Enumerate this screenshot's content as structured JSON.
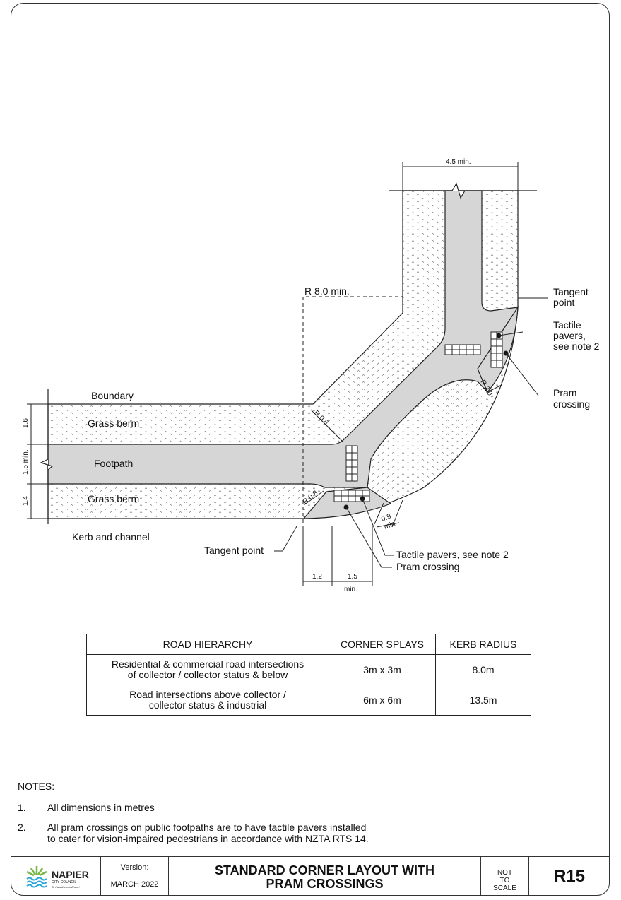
{
  "drawing": {
    "labels": {
      "boundary": "Boundary",
      "grass_berm_top": "Grass berm",
      "footpath": "Footpath",
      "grass_berm_bottom": "Grass berm",
      "kerb_and_channel": "Kerb and channel",
      "tangent_point_bottom": "Tangent point",
      "tangent_point_right_1": "Tangent",
      "tangent_point_right_2": "point",
      "tactile_right_1": "Tactile",
      "tactile_right_2": "pavers,",
      "tactile_right_3": "see note 2",
      "pram_right_1": "Pram",
      "pram_right_2": "crossing",
      "tactile_bottom": "Tactile pavers, see note 2",
      "pram_bottom": "Pram crossing",
      "radius_main": "R 8.0 min.",
      "radius_top": "R 0.8",
      "radius_bottom": "R 0.8",
      "radius_right": "R 2.0"
    },
    "dimensions": {
      "width_top": "4.5 min.",
      "berm_top": "1.6",
      "footpath_width": "1.5 min.",
      "berm_bottom": "1.4",
      "offset_a": "1.2",
      "offset_b": "1.5",
      "offset_min": "min.",
      "splay_0": "0.9",
      "splay_min": "min"
    }
  },
  "table": {
    "headers": [
      "ROAD HIERARCHY",
      "CORNER SPLAYS",
      "KERB RADIUS"
    ],
    "rows": [
      {
        "hierarchy_1": "Residential & commercial road intersections",
        "hierarchy_2": "of collector / collector status & below",
        "splays": "3m x 3m",
        "radius": "8.0m"
      },
      {
        "hierarchy_1": "Road intersections above collector /",
        "hierarchy_2": "collector status & industrial",
        "splays": "6m x 6m",
        "radius": "13.5m"
      }
    ]
  },
  "notes": {
    "heading": "NOTES:",
    "items": [
      {
        "num": "1.",
        "line1": "All dimensions in metres",
        "line2": ""
      },
      {
        "num": "2.",
        "line1": "All pram crossings on public footpaths are to have tactile pavers installed",
        "line2": "to cater for vision-impaired pedestrians in accordance with NZTA RTS 14."
      }
    ]
  },
  "title_block": {
    "logo_name": "NAPIER",
    "logo_sub": "CITY COUNCIL",
    "logo_tagline": "Te Kaunihera o Ahuriri",
    "version_label": "Version:",
    "version_value": "MARCH 2022",
    "title_line1": "STANDARD CORNER LAYOUT WITH",
    "title_line2": "PRAM CROSSINGS",
    "scale_1": "NOT",
    "scale_2": "TO",
    "scale_3": "SCALE",
    "drawing_number": "R15"
  },
  "colors": {
    "footpath": "#d6d6d6",
    "berm": "#ffffff",
    "line": "#222222",
    "logo_green": "#7ab648",
    "logo_blue": "#2aa7d8"
  }
}
